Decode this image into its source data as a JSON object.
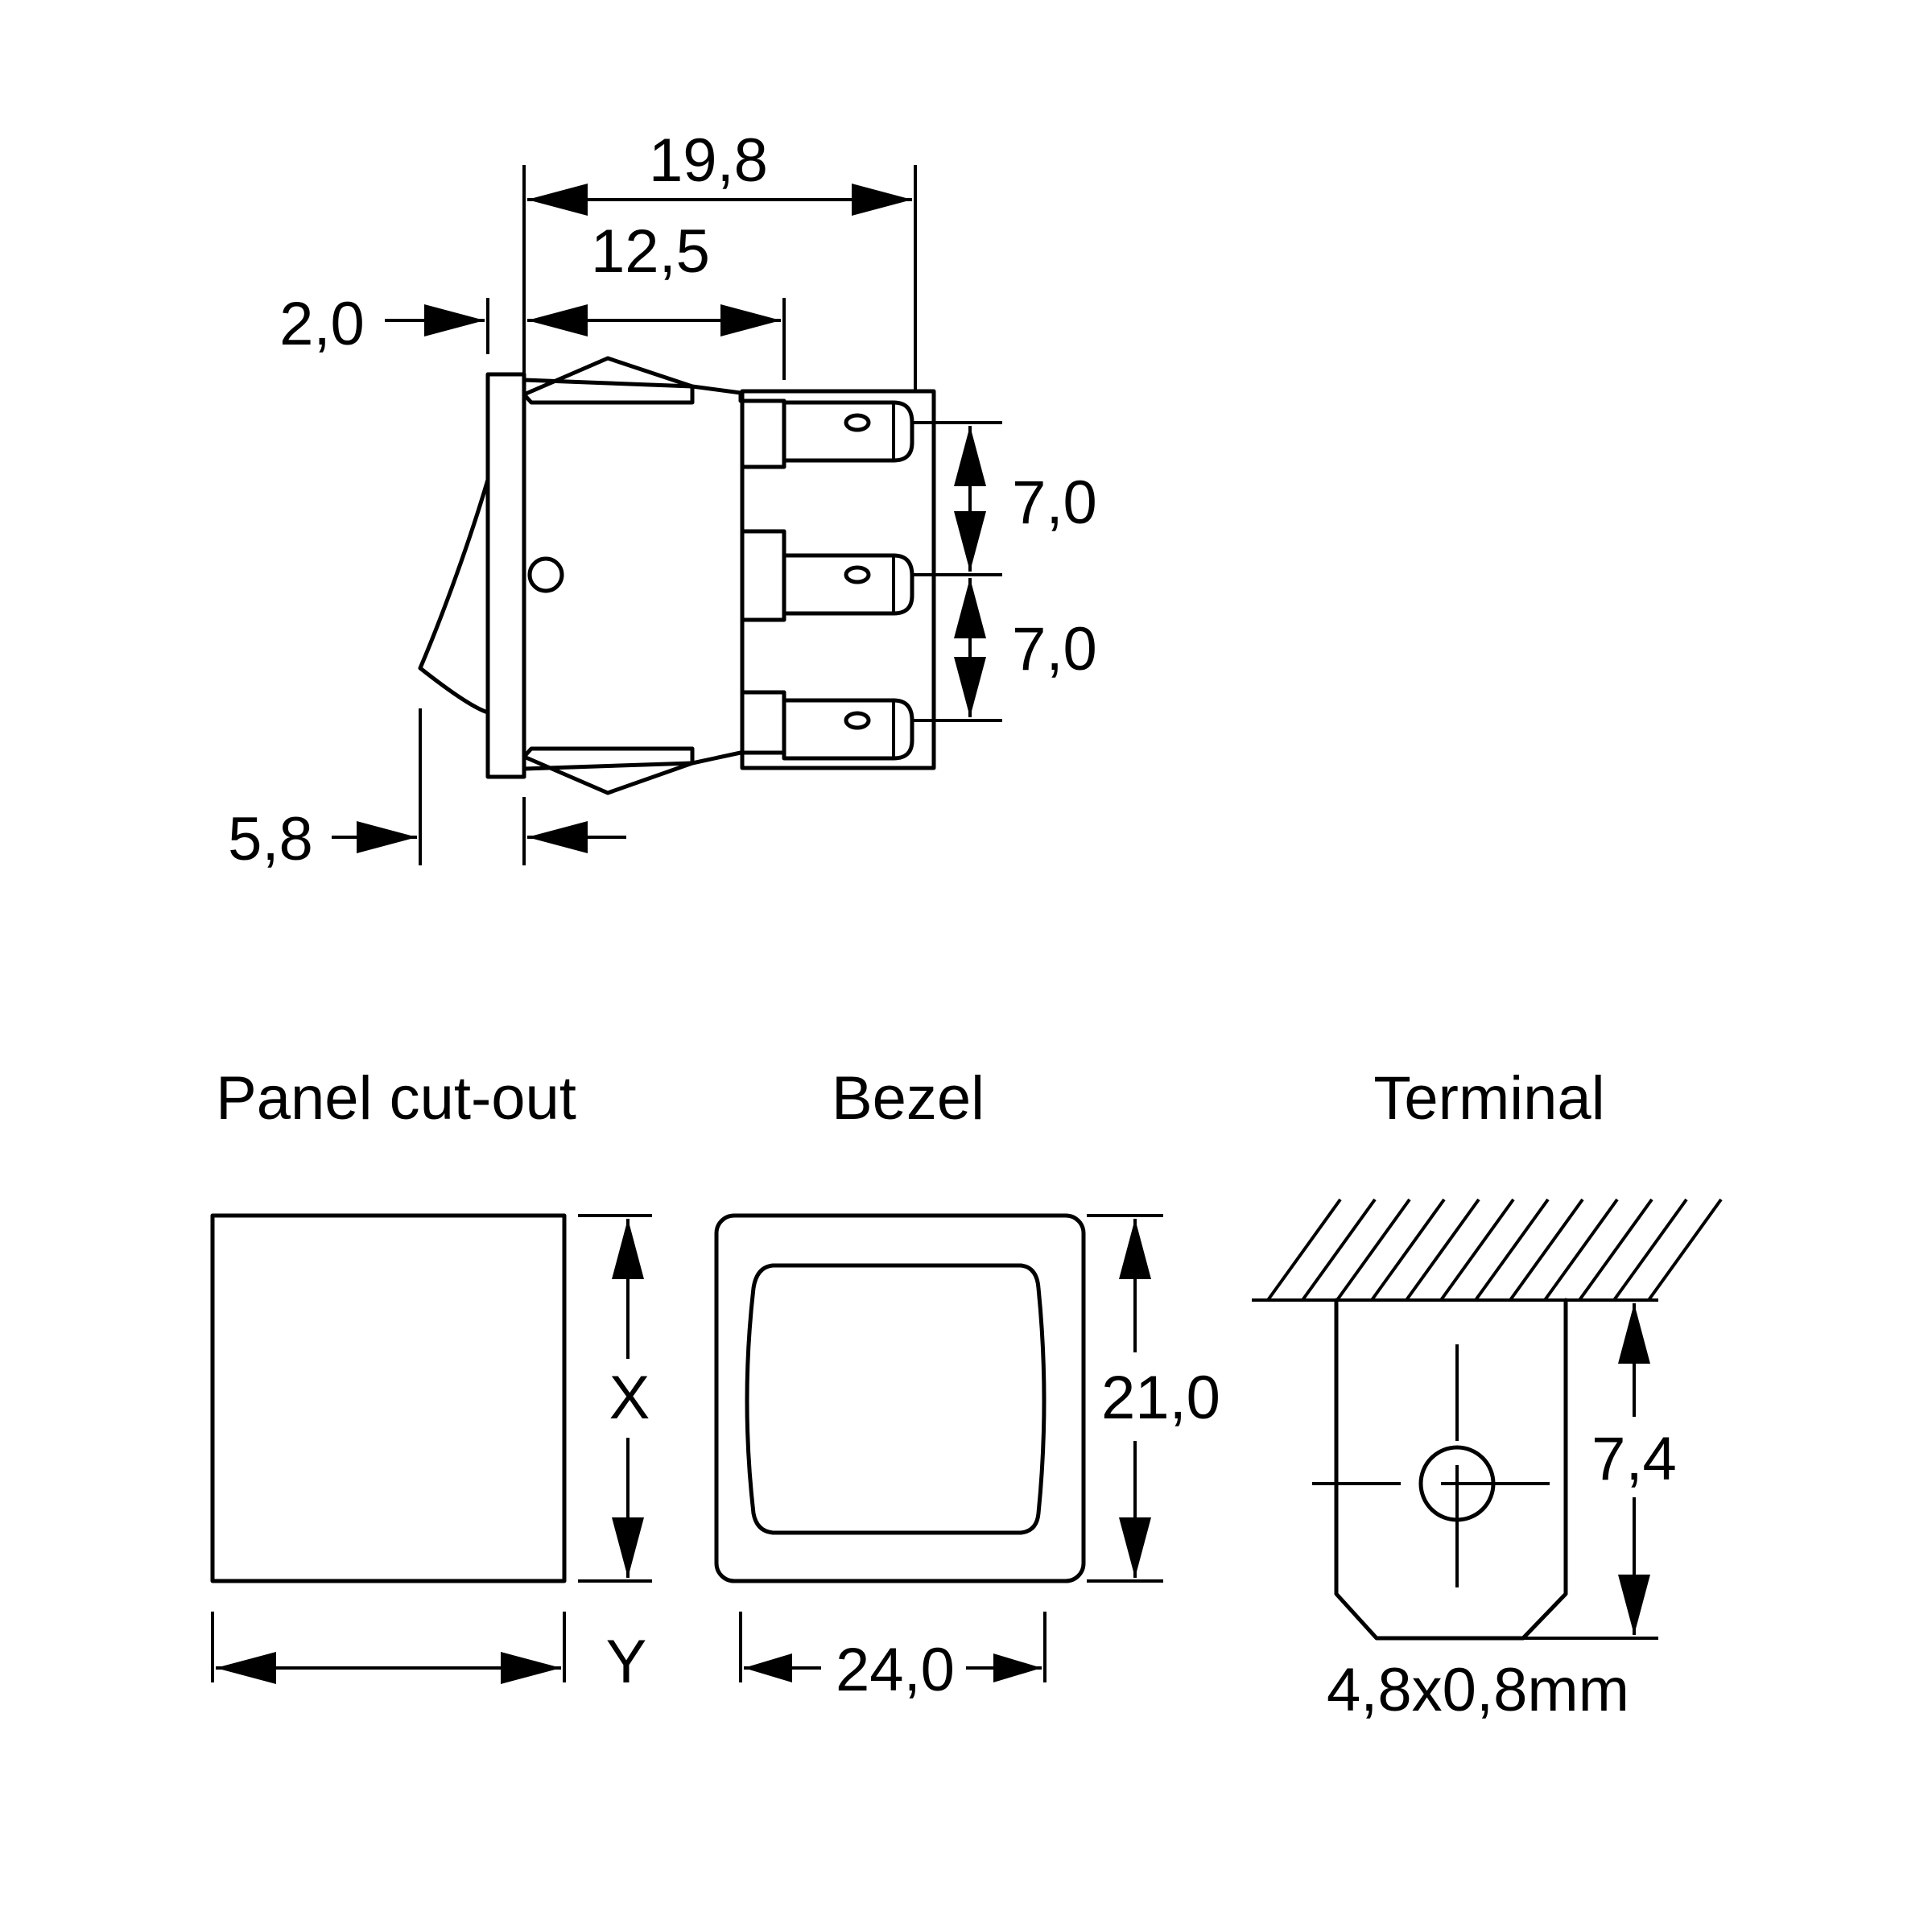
{
  "side_view": {
    "dim_overall": "19,8",
    "dim_body": "12,5",
    "dim_flange": "2,0",
    "dim_pitch_upper": "7,0",
    "dim_pitch_lower": "7,0",
    "dim_rocker": "5,8"
  },
  "panel_cutout": {
    "title": "Panel cut-out",
    "label_height": "X",
    "label_width": "Y"
  },
  "bezel": {
    "title": "Bezel",
    "dim_height": "21,0",
    "dim_width": "24,0"
  },
  "terminal": {
    "title": "Terminal",
    "dim_length": "7,4",
    "dim_size": "4,8x0,8mm"
  },
  "colors": {
    "ink": "#000000",
    "background": "#ffffff"
  }
}
